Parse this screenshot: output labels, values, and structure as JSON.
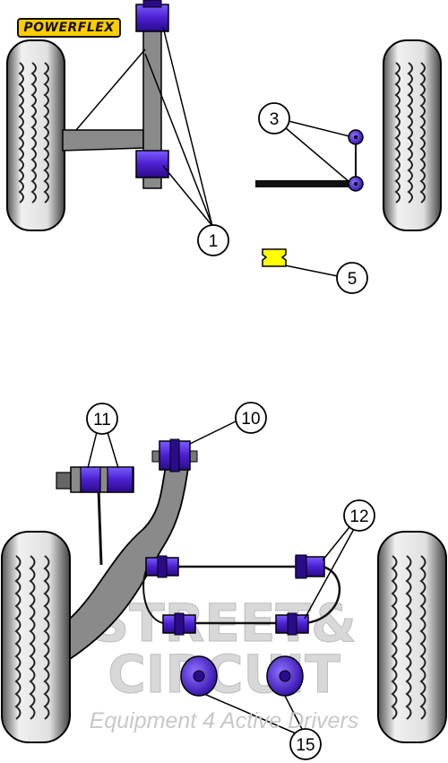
{
  "brand": {
    "logo_text": "POWERFLEX"
  },
  "watermark": {
    "line1": "STREET&",
    "line2": "CIRCUIT",
    "tagline": "Equipment 4 Active Drivers"
  },
  "callouts": {
    "c1": "1",
    "c3": "3",
    "c5": "5",
    "c10": "10",
    "c11": "11",
    "c12": "12",
    "c15": "15"
  },
  "colors": {
    "bush_purple": "#4b1fcf",
    "bush_yellow": "#ffff00",
    "arm_grey": "#8a8a8a",
    "tyre_light": "#e8e8e8",
    "outline": "#000000"
  }
}
